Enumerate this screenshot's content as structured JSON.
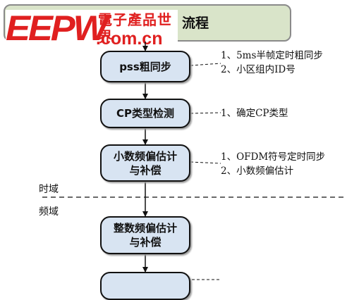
{
  "header": {
    "title_suffix": "流程"
  },
  "logo": {
    "word": "EEPW",
    "chinese": "電子產品世界",
    "url": ".com.cn"
  },
  "steps": [
    {
      "label": "pss粗同步"
    },
    {
      "label": "CP类型检测"
    },
    {
      "label": "小数频偏估计\n与补偿"
    },
    {
      "label": "整数频偏估计\n与补偿"
    }
  ],
  "notes": [
    {
      "text": "1、5ms半帧定时粗同步\n2、小区组内ID号"
    },
    {
      "text": "1、确定CP类型"
    },
    {
      "text": "1、OFDM符号定时同步\n2、小数频偏估计"
    }
  ],
  "domains": {
    "time": "时域",
    "freq": "频域"
  }
}
